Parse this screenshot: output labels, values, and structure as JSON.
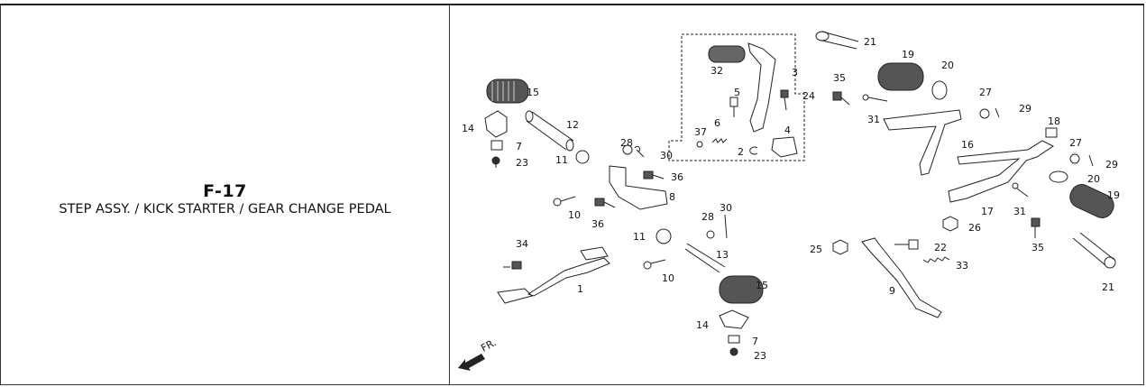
{
  "header": {
    "code": "F-17",
    "title": "STEP ASSY. / KICK STARTER / GEAR CHANGE PEDAL"
  },
  "diagram": {
    "direction_label": "FR.",
    "callouts": [
      "21",
      "19",
      "20",
      "32",
      "3",
      "35",
      "24",
      "27",
      "29",
      "5",
      "31",
      "15",
      "12",
      "14",
      "6",
      "37",
      "4",
      "2",
      "18",
      "16",
      "28",
      "30",
      "7",
      "11",
      "23",
      "36",
      "8",
      "10",
      "36",
      "30",
      "28",
      "34",
      "11",
      "13",
      "10",
      "15",
      "1",
      "14",
      "7",
      "23",
      "25",
      "22",
      "33",
      "9",
      "26",
      "17",
      "31",
      "19",
      "35",
      "21",
      "27",
      "20",
      "29"
    ]
  }
}
